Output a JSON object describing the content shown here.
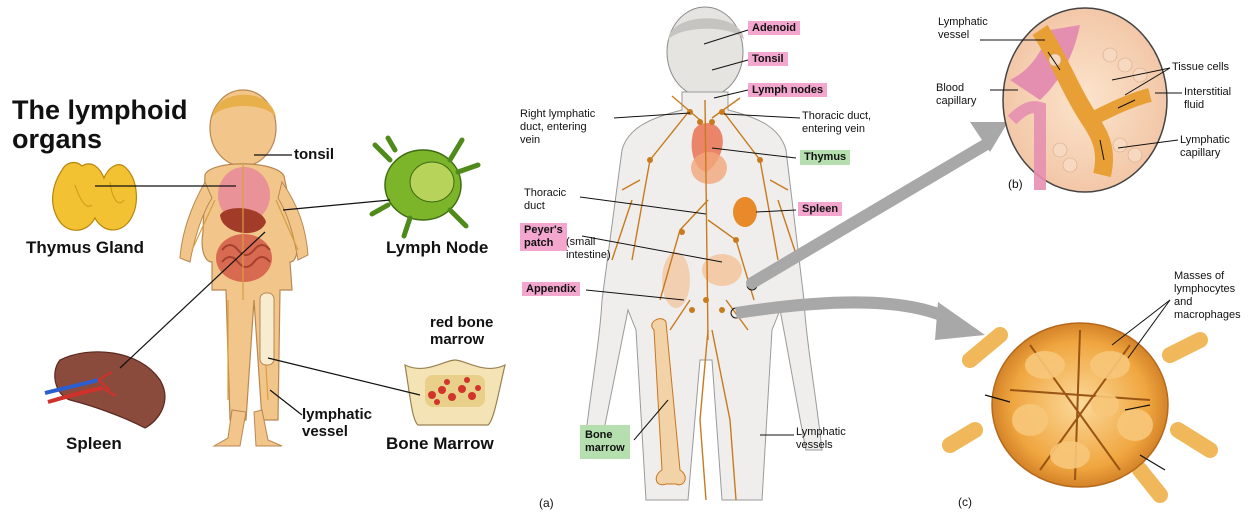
{
  "left": {
    "title": "The lymphoid\norgans",
    "thymus": "Thymus Gland",
    "tonsil": "tonsil",
    "lymph_node": "Lymph Node",
    "spleen": "Spleen",
    "red_bone_marrow": "red bone\nmarrow",
    "bone_marrow": "Bone Marrow",
    "lymphatic_vessel": "lymphatic\nvessel"
  },
  "middle": {
    "adenoid": "Adenoid",
    "tonsil": "Tonsil",
    "lymph_nodes": "Lymph nodes",
    "right_lymphatic_duct": "Right lymphatic\nduct, entering\nvein",
    "thoracic_duct_vein": "Thoracic duct,\nentering vein",
    "thymus": "Thymus",
    "thoracic_duct": "Thoracic\nduct",
    "spleen": "Spleen",
    "peyers_patch_bold": "Peyer's\npatch",
    "peyers_patch_rest": " (small\nintestine)",
    "appendix": "Appendix",
    "bone_marrow": "Bone\nmarrow",
    "lymphatic_vessels": "Lymphatic\nvessels",
    "panel_a": "(a)"
  },
  "right_top": {
    "lymphatic_vessel": "Lymphatic\nvessel",
    "blood_capillary": "Blood\ncapillary",
    "tissue_cells": "Tissue cells",
    "interstitial_fluid": "Interstitial\nfluid",
    "lymphatic_capillary": "Lymphatic\ncapillary",
    "panel_b": "(b)"
  },
  "right_bottom": {
    "masses": "Masses of\nlymphocytes\nand\nmacrophages",
    "panel_c": "(c)"
  },
  "colors": {
    "skin": "#f2c58a",
    "lymph": "#c87a1e",
    "pink_label": "#f3a7cf",
    "green_label": "#b6dfb0",
    "arrow_gray": "#a8a8a8"
  }
}
